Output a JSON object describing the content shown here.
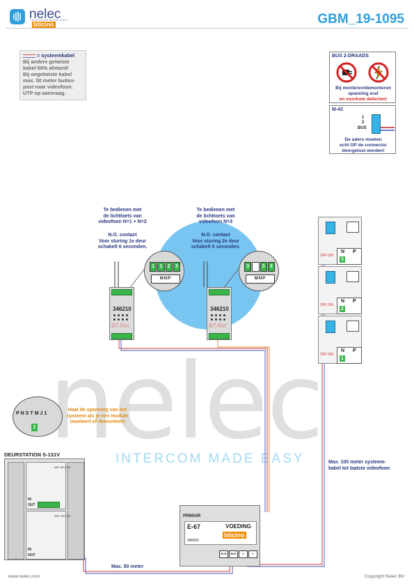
{
  "header": {
    "brand": "nelec",
    "brand_tagline": "INTERCOM MADE EASY",
    "partner": "bticino",
    "doc_code": "GBM_19-1095"
  },
  "note": {
    "legend": "= systeemkabel",
    "lines": [
      "Bij andere getwiste",
      "kabel 66% afstand!",
      "Bij ongetwiste kabel",
      "max. 50 meter buiten-",
      "post naar videofoon.",
      "UTP op aanvraag."
    ]
  },
  "bus_panel": {
    "title": "BUS 2-DRAADS",
    "warning_lines": [
      "Bij monteren/demonteren",
      "spanning eraf",
      "en voorkom defecten!"
    ]
  },
  "m43_panel": {
    "title": "M-43",
    "pin_labels": [
      "1",
      "2",
      "BUS"
    ],
    "warning_lines": [
      "De aders moeten",
      "echt OP de connector",
      "doorgelust worden!"
    ]
  },
  "relay1": {
    "caption_lines": [
      "Te bedienen met",
      "de lichttoets van",
      "videofoon N=1 + N=2"
    ],
    "contact_lines": [
      "N.O. contact",
      "Voor sturing 1e deur",
      "schakelt 6 seconden."
    ],
    "model": "346210",
    "brand": "BT-Rel",
    "zoom_terms": [
      "1",
      "1",
      "2",
      "3"
    ],
    "zoom_bottom": "MNP"
  },
  "relay2": {
    "caption_lines": [
      "Te bedienen met",
      "de lichttoets van",
      "videofoon N=3"
    ],
    "contact_lines": [
      "N.O. contact",
      "Voor sturing 2e deur",
      "schakelt 6 seconden."
    ],
    "model": "346210",
    "brand": "BT-Rel",
    "zoom_terms": [
      "3",
      "",
      "3",
      "3"
    ],
    "zoom_bottom": "MNP"
  },
  "videophones": [
    {
      "n_label": "N",
      "p_label": "P",
      "n_value": "3",
      "switch": "OFF ON"
    },
    {
      "n_label": "N",
      "p_label": "P",
      "n_value": "2",
      "switch": "OFF ON"
    },
    {
      "n_label": "N",
      "p_label": "P",
      "n_value": "1",
      "switch": "OFF ON"
    }
  ],
  "door_station": {
    "zoom_labels": [
      "P",
      "N",
      "S",
      "T",
      "M",
      "J",
      "1"
    ],
    "zoom_value": "1",
    "warning_lines": [
      "Haal de spanning van het",
      "systeem als je een module",
      "monteert of demonteert"
    ],
    "title": "DEURSTATION S-131V",
    "module_labels": [
      "ART.351.100",
      "ART.352.000"
    ],
    "io_labels": [
      "IN",
      "OUT",
      "IN",
      "OUT"
    ]
  },
  "psu": {
    "primary": "PRIMAIR",
    "model": "E-67",
    "name": "VOEDING",
    "brand": "bticino",
    "code": "346050",
    "terms": [
      "BUS",
      "BUS",
      "1",
      "2"
    ]
  },
  "cable_notes": {
    "max_100": [
      "Max. 100 meter systeem-",
      "kabel tot laatste videofoon"
    ],
    "max_50": "Max. 50 meter"
  },
  "footer": {
    "left": "www.nelec.com",
    "right": "Copyright Nelec BV"
  },
  "colors": {
    "accent": "#2d9fdc",
    "terminal_green": "#39b54a",
    "warning_orange": "#e08a10",
    "text_navy": "#2a3780",
    "wire_red": "#d45a5a",
    "wire_blue": "#6a78c8"
  }
}
